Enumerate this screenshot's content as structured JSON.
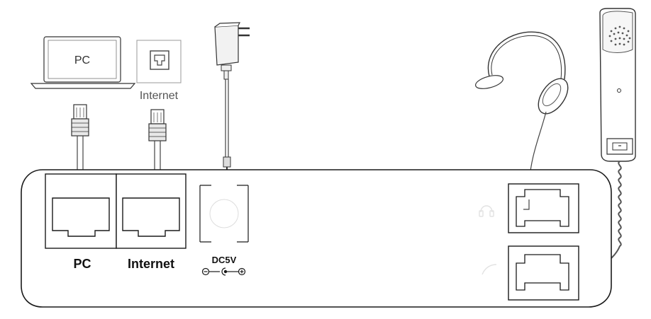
{
  "labels": {
    "pc_laptop": "PC",
    "internet_device": "Internet",
    "port_pc": "PC",
    "port_internet": "Internet",
    "power_rating": "DC5V"
  },
  "icons": {
    "laptop": "laptop-icon",
    "network_wall_port": "ethernet-wall-jack-icon",
    "power_adapter": "power-adapter-icon",
    "headset": "headset-icon",
    "handset": "handset-icon",
    "polarity": "dc-polarity-icon"
  },
  "colors": {
    "line": "#1a1a1a",
    "cable": "#555555",
    "background": "#ffffff"
  }
}
